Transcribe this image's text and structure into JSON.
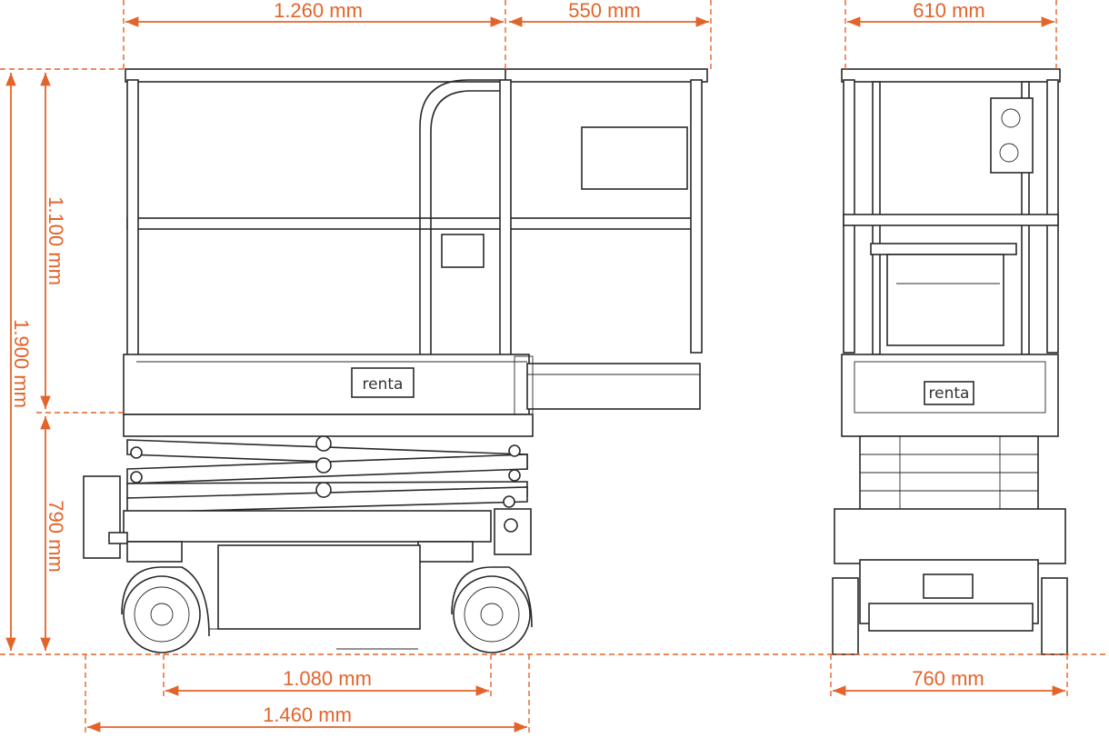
{
  "dimensions": {
    "platform_length": "1.260 mm",
    "extension_length": "550 mm",
    "platform_width": "610 mm",
    "guardrail_height": "1.100 mm",
    "total_height": "1.900 mm",
    "platform_height": "790 mm",
    "wheelbase": "1.080 mm",
    "overall_length": "1.460 mm",
    "overall_width": "760 mm"
  },
  "logo": {
    "side": "renta",
    "front": "renta"
  },
  "colors": {
    "dimension": "#e3642a",
    "line": "#2a2a2a"
  }
}
